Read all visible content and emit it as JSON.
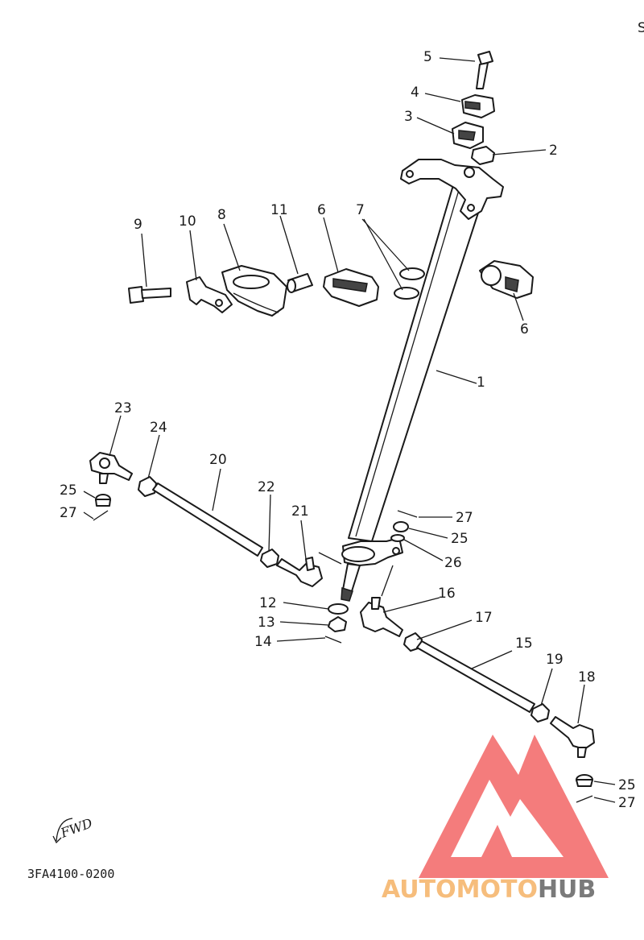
{
  "page": {
    "corner_mark": "S",
    "diagram_code": "3FA4100-0200",
    "fwd_label": "FWD"
  },
  "callouts": [
    {
      "id": "c1",
      "label": "1"
    },
    {
      "id": "c2",
      "label": "2"
    },
    {
      "id": "c3",
      "label": "3"
    },
    {
      "id": "c4",
      "label": "4"
    },
    {
      "id": "c5",
      "label": "5"
    },
    {
      "id": "c6a",
      "label": "6"
    },
    {
      "id": "c6b",
      "label": "6"
    },
    {
      "id": "c7",
      "label": "7"
    },
    {
      "id": "c8",
      "label": "8"
    },
    {
      "id": "c9",
      "label": "9"
    },
    {
      "id": "c10",
      "label": "10"
    },
    {
      "id": "c11",
      "label": "11"
    },
    {
      "id": "c12",
      "label": "12"
    },
    {
      "id": "c13",
      "label": "13"
    },
    {
      "id": "c14",
      "label": "14"
    },
    {
      "id": "c15",
      "label": "15"
    },
    {
      "id": "c16",
      "label": "16"
    },
    {
      "id": "c17",
      "label": "17"
    },
    {
      "id": "c18",
      "label": "18"
    },
    {
      "id": "c19",
      "label": "19"
    },
    {
      "id": "c20",
      "label": "20"
    },
    {
      "id": "c21",
      "label": "21"
    },
    {
      "id": "c22",
      "label": "22"
    },
    {
      "id": "c23",
      "label": "23"
    },
    {
      "id": "c24",
      "label": "24"
    },
    {
      "id": "c25a",
      "label": "25"
    },
    {
      "id": "c25b",
      "label": "25"
    },
    {
      "id": "c25c",
      "label": "25"
    },
    {
      "id": "c26",
      "label": "26"
    },
    {
      "id": "c27a",
      "label": "27"
    },
    {
      "id": "c27b",
      "label": "27"
    },
    {
      "id": "c27c",
      "label": "27"
    }
  ],
  "watermark": {
    "part1": "AUTO",
    "part2": "MOTO",
    "part3": "HUB",
    "logo_color": "#f04a4a",
    "text_color_orange": "#f6a85a",
    "text_color_grey": "#6f6f6f"
  }
}
